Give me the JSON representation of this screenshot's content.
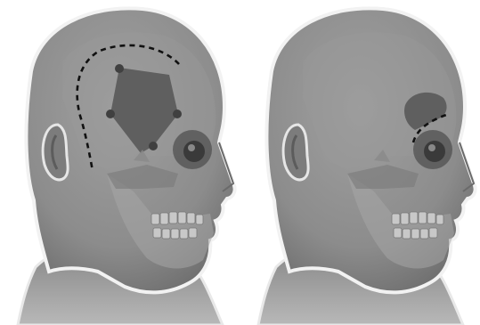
{
  "figure": {
    "panels": [
      {
        "id": "left",
        "subject": "head-with-skull-overlay",
        "markings": [
          "dashed-incision-line",
          "shaded-bone-flap",
          "burr-hole-markers"
        ]
      },
      {
        "id": "right",
        "subject": "head-with-skull-overlay",
        "markings": [
          "dashed-incision-line",
          "shaded-bone-flap"
        ]
      }
    ],
    "colors": {
      "background": "#ffffff",
      "skin": "#8f8f8f",
      "skin_shadow": "#6f6f6f",
      "bone": "#b5b5b5",
      "outline": "#f2f2f2",
      "flap": "#5a5a5a",
      "incision": "#111111"
    }
  }
}
